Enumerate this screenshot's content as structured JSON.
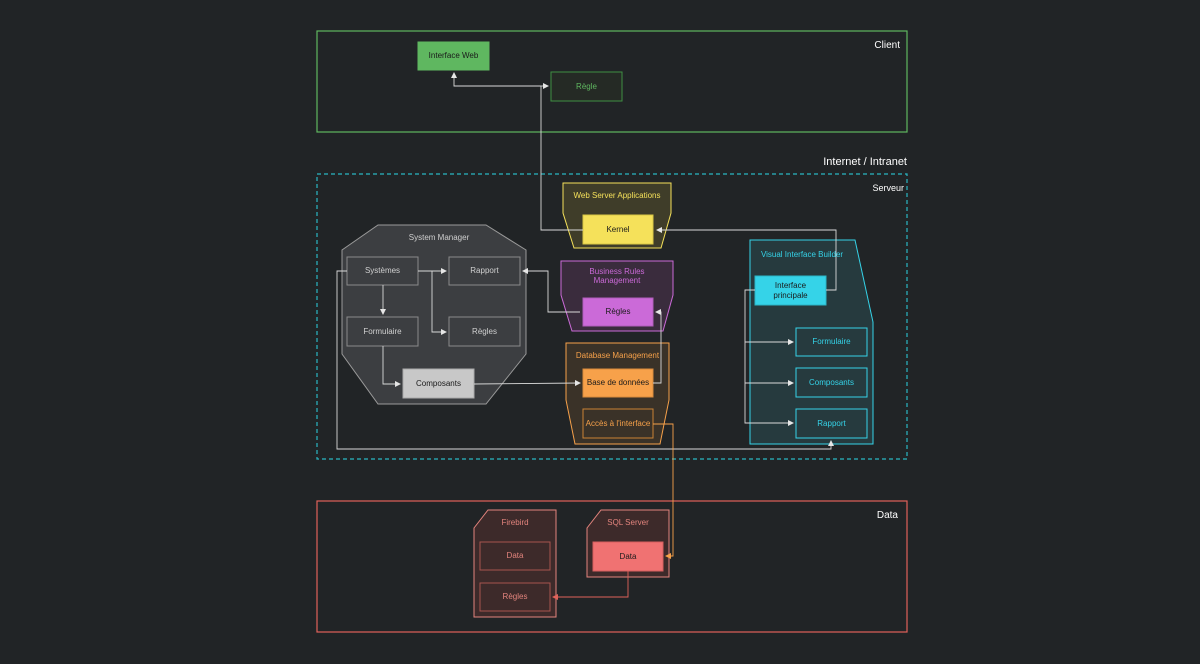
{
  "colors": {
    "background": "#212426",
    "client": "#5fb760",
    "server": "#2bb7c4",
    "data": "#e0625a",
    "web_server": "#f5e15a",
    "business": "#cb6ad8",
    "database": "#f7a14a",
    "system_manager": "#777777",
    "visual_builder": "#35d3e8"
  },
  "zones": {
    "client": "Client",
    "internet": "Internet / Intranet",
    "server": "Serveur",
    "data": "Data"
  },
  "client": {
    "interface_web": "Interface Web",
    "regle": "Règle"
  },
  "web_server": {
    "title": "Web Server Applications",
    "kernel": "Kernel"
  },
  "business_rules": {
    "title": "Business Rules Management",
    "regles": "Règles"
  },
  "database": {
    "title": "Database Management",
    "base": "Base de données",
    "acces": "Accès à l'interface"
  },
  "system_manager": {
    "title": "System Manager",
    "systemes": "Systèmes",
    "rapport": "Rapport",
    "formulaire": "Formulaire",
    "regles": "Règles",
    "composants": "Composants"
  },
  "visual_builder": {
    "title": "Visual Interface Builder",
    "interface": "Interface principale",
    "formulaire": "Formulaire",
    "composants": "Composants",
    "rapport": "Rapport"
  },
  "firebird": {
    "title": "Firebird",
    "data": "Data",
    "regles": "Règles"
  },
  "sql_server": {
    "title": "SQL Server",
    "data": "Data"
  }
}
